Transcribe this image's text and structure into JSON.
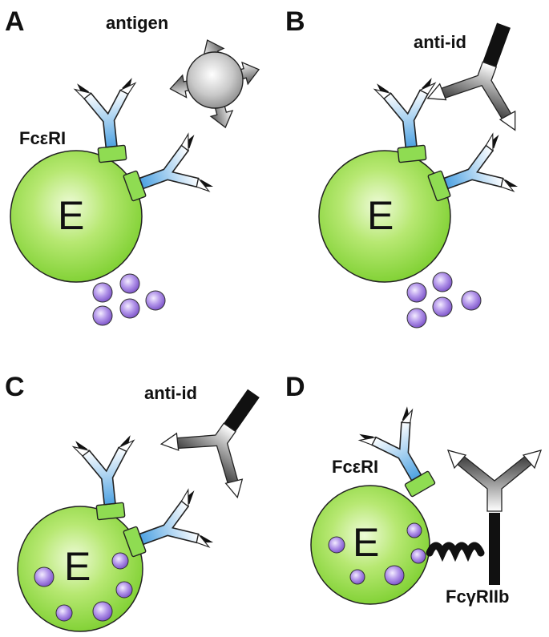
{
  "panels": {
    "a": {
      "letter": "A",
      "antigen_label": "antigen",
      "receptor_label": "FcεRI",
      "cell_label": "E"
    },
    "b": {
      "letter": "B",
      "anti_id_label": "anti-id",
      "cell_label": "E"
    },
    "c": {
      "letter": "C",
      "anti_id_label": "anti-id",
      "cell_label": "E"
    },
    "d": {
      "letter": "D",
      "receptor_label": "FcεRI",
      "cell_label": "E",
      "inhibitory_receptor_label": "FcγRIIb"
    }
  },
  "colors": {
    "cell": "#8fd63a",
    "cell_highlight": "#e9f9cf",
    "granule": "#9a6fd8",
    "ige_blue": "#4fa3e0",
    "receptor_green": "#7fd34a",
    "anti_id_black": "#111111",
    "antigen_grey": "#bfbfbf"
  }
}
